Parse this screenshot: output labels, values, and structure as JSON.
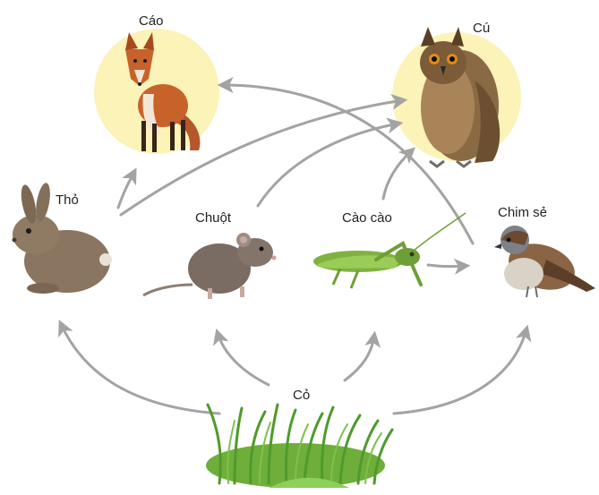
{
  "organisms": {
    "fox": {
      "label": "Cáo"
    },
    "owl": {
      "label": "Cú"
    },
    "rabbit": {
      "label": "Thỏ"
    },
    "mouse": {
      "label": "Chuột"
    },
    "grasshopper": {
      "label": "Cào cào"
    },
    "sparrow": {
      "label": "Chim sẻ"
    },
    "grass": {
      "label": "Cỏ"
    }
  },
  "links": [
    {
      "from": "grass",
      "to": "rabbit"
    },
    {
      "from": "grass",
      "to": "mouse"
    },
    {
      "from": "grass",
      "to": "grasshopper"
    },
    {
      "from": "grass",
      "to": "sparrow"
    },
    {
      "from": "rabbit",
      "to": "fox"
    },
    {
      "from": "rabbit",
      "to": "owl"
    },
    {
      "from": "mouse",
      "to": "owl"
    },
    {
      "from": "grasshopper",
      "to": "owl"
    },
    {
      "from": "grasshopper",
      "to": "sparrow"
    },
    {
      "from": "sparrow",
      "to": "fox"
    }
  ],
  "colors": {
    "arrow": "#a3a3a3",
    "predator_halo": "#fbf3b8"
  },
  "icons": {
    "fox": "fox-icon",
    "owl": "owl-icon",
    "rabbit": "rabbit-icon",
    "mouse": "mouse-icon",
    "grasshopper": "grasshopper-icon",
    "sparrow": "sparrow-icon",
    "grass": "grass-icon"
  }
}
